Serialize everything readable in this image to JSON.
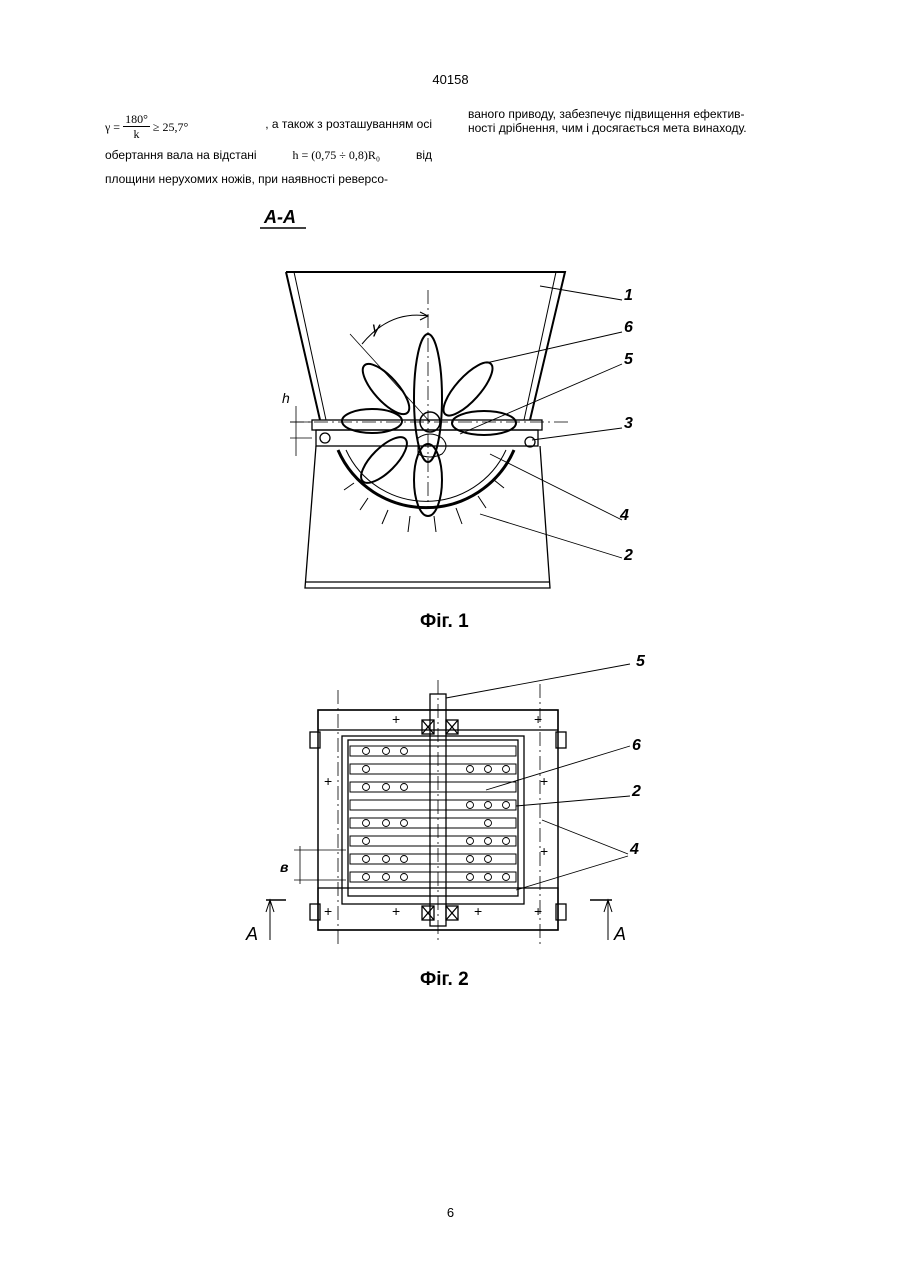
{
  "header": {
    "doc_number": "40158"
  },
  "text_left": {
    "gamma_lhs": "γ =",
    "gamma_num": "180°",
    "gamma_den": "k",
    "gamma_rhs": "≥ 25,7°",
    "line1_rest": ", а також з розташуванням осі",
    "line2_start": "обертання вала на відстані",
    "line2_formula": "h = (0,75 ÷ 0,8)R₀",
    "line2_end": "від",
    "line3": "площини нерухомих ножів, при наявності реверсо-"
  },
  "text_right": {
    "line1": "ваного приводу, забезпечує підвищення ефектив-",
    "line2": "ності дрібнення, чим і досягається мета винаходу."
  },
  "figure1": {
    "section_label": "А-А",
    "caption": "Фіг. 1",
    "angle_label": "γ",
    "dim_label": "h",
    "callouts": [
      "1",
      "6",
      "5",
      "3",
      "4",
      "2"
    ]
  },
  "figure2": {
    "caption": "Фіг. 2",
    "dim_label": "в",
    "section_marker_left": "А",
    "section_marker_right": "А",
    "callouts": [
      "5",
      "6",
      "2",
      "4"
    ]
  },
  "footer": {
    "page_number": "6"
  }
}
